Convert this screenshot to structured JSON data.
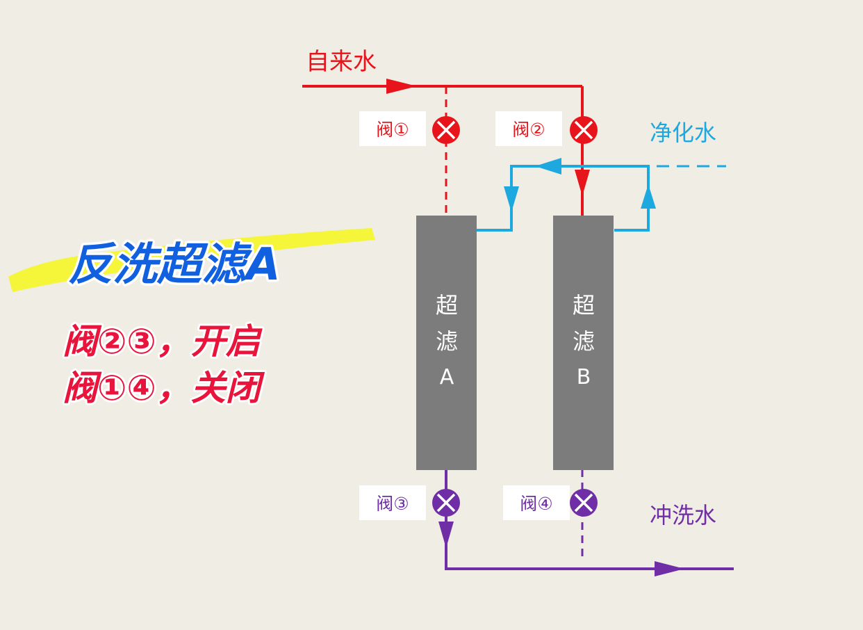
{
  "title": "反洗超滤A",
  "status": {
    "open_line": "阀②③，开启",
    "closed_line": "阀①④，关闭"
  },
  "flows": {
    "tap_water": "自来水",
    "purified_water": "净化水",
    "flush_water": "冲洗水"
  },
  "valves": {
    "v1": "阀①",
    "v2": "阀②",
    "v3": "阀③",
    "v4": "阀④"
  },
  "filters": {
    "a": {
      "line1": "超",
      "line2": "滤",
      "line3": "A"
    },
    "b": {
      "line1": "超",
      "line2": "滤",
      "line3": "B"
    }
  },
  "colors": {
    "tap_water": "#e8141c",
    "purified_water": "#1ea8e0",
    "flush_water": "#6f2ea6",
    "filter_body": "#7c7c7c",
    "title_fill": "#1060e0",
    "status_fill": "#e8143c",
    "highlighter": "#f5f53a",
    "background": "#f0ede4"
  },
  "icons": {
    "valve": "valve-x-icon",
    "arrow": "flow-arrow-icon"
  }
}
